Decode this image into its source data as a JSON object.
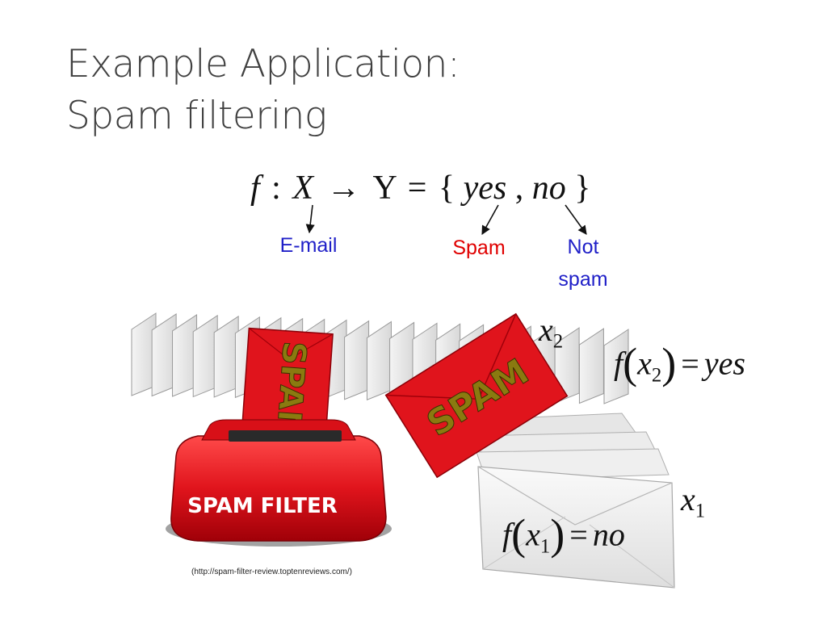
{
  "slide": {
    "title_line1": "Example Application:",
    "title_line2": "Spam filtering",
    "formula": {
      "f": "f",
      "colon": ":",
      "X": "X",
      "arrow": "→",
      "Y": "Y",
      "eq": "=",
      "lbrace": "{",
      "yes": "yes",
      "comma": ",",
      "no": "no",
      "rbrace": "}"
    },
    "labels": {
      "email": "E-mail",
      "spam": "Spam",
      "not_spam_line1": "Not",
      "not_spam_line2": "spam"
    },
    "x2_label": {
      "var": "x",
      "sub": "2"
    },
    "x1_label": {
      "var": "x",
      "sub": "1"
    },
    "eq_x2": {
      "f": "f",
      "lp": "(",
      "var": "x",
      "sub": "2",
      "rp": ")",
      "eq": "=",
      "val": "yes"
    },
    "eq_x1": {
      "f": "f",
      "lp": "(",
      "var": "x",
      "sub": "1",
      "rp": ")",
      "eq": "=",
      "val": "no"
    },
    "illustration": {
      "envelope_text": "SPAM",
      "filter_text": "SPAM FILTER"
    },
    "caption": "(http://spam-filter-review.toptenreviews.com/)",
    "colors": {
      "title": "#404040",
      "email_label": "#2020c8",
      "spam_label": "#e00000",
      "not_spam_label": "#2020c8",
      "spam_red": "#e0141c"
    }
  }
}
